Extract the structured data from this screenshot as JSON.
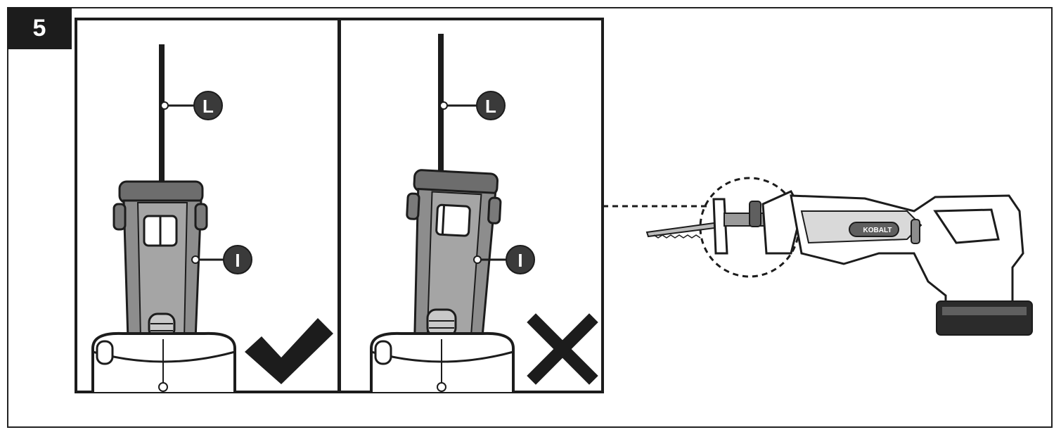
{
  "step": {
    "number": "5"
  },
  "callouts": {
    "blade": "L",
    "plunger": "I"
  },
  "panels": [
    {
      "id": "correct",
      "status_icon": "check-mark-icon"
    },
    {
      "id": "incorrect",
      "status_icon": "x-mark-icon"
    }
  ],
  "product": {
    "brand": "KOBALT",
    "icon": "reciprocating-saw-icon"
  },
  "colors": {
    "ink": "#1c1c1c",
    "callout_fill": "#3a3a3a",
    "part_gray": "#8d8d8d",
    "part_dark": "#5f5f5f"
  }
}
